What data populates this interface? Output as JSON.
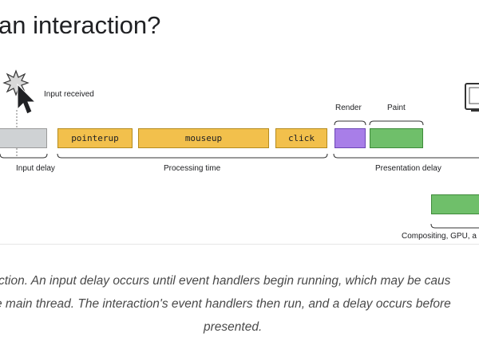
{
  "title": "an interaction?",
  "diagram": {
    "input_received": "Input received",
    "render": "Render",
    "paint": "Paint",
    "pointerup": "pointerup",
    "mouseup": "mouseup",
    "click": "click",
    "input_delay": "Input delay",
    "processing_time": "Processing time",
    "presentation_delay": "Presentation delay",
    "compositing": "Compositing, GPU, a"
  },
  "colors": {
    "input_delay_block": "#cfd2d4",
    "event_block": "#f2c04c",
    "render_block": "#a87ee8",
    "paint_block": "#6fbf6a",
    "compositing_block": "#6fbf6a"
  },
  "caption": {
    "line1": "ction. An input delay occurs until event handlers begin running, which may be caus",
    "line2": "e main thread. The interaction's event handlers then run, and a delay occurs before",
    "line3": "presented."
  }
}
